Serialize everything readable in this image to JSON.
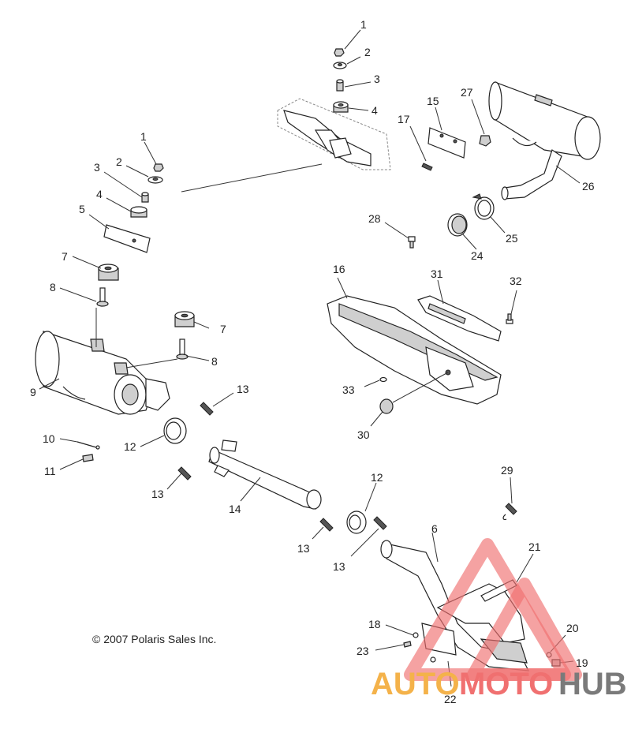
{
  "copyright": "© 2007 Polaris Sales Inc.",
  "watermark": {
    "part_a": "AUTO",
    "part_b": "MOTO",
    "part_c": "HUB"
  },
  "callouts": [
    {
      "id": "c1a",
      "text": "1"
    },
    {
      "id": "c2a",
      "text": "2"
    },
    {
      "id": "c3a",
      "text": "3"
    },
    {
      "id": "c4a",
      "text": "4"
    },
    {
      "id": "c1b",
      "text": "1"
    },
    {
      "id": "c2b",
      "text": "2"
    },
    {
      "id": "c3b",
      "text": "3"
    },
    {
      "id": "c4b",
      "text": "4"
    },
    {
      "id": "c5",
      "text": "5"
    },
    {
      "id": "c7a",
      "text": "7"
    },
    {
      "id": "c8a",
      "text": "8"
    },
    {
      "id": "c7b",
      "text": "7"
    },
    {
      "id": "c8b",
      "text": "8"
    },
    {
      "id": "c9",
      "text": "9"
    },
    {
      "id": "c10",
      "text": "10"
    },
    {
      "id": "c11",
      "text": "11"
    },
    {
      "id": "c12a",
      "text": "12"
    },
    {
      "id": "c13a",
      "text": "13"
    },
    {
      "id": "c13b",
      "text": "13"
    },
    {
      "id": "c14",
      "text": "14"
    },
    {
      "id": "c12b",
      "text": "12"
    },
    {
      "id": "c13c",
      "text": "13"
    },
    {
      "id": "c13d",
      "text": "13"
    },
    {
      "id": "c15",
      "text": "15"
    },
    {
      "id": "c17",
      "text": "17"
    },
    {
      "id": "c27",
      "text": "27"
    },
    {
      "id": "c26",
      "text": "26"
    },
    {
      "id": "c25",
      "text": "25"
    },
    {
      "id": "c24",
      "text": "24"
    },
    {
      "id": "c28",
      "text": "28"
    },
    {
      "id": "c16",
      "text": "16"
    },
    {
      "id": "c31",
      "text": "31"
    },
    {
      "id": "c32",
      "text": "32"
    },
    {
      "id": "c33",
      "text": "33"
    },
    {
      "id": "c30",
      "text": "30"
    },
    {
      "id": "c29",
      "text": "29"
    },
    {
      "id": "c6",
      "text": "6"
    },
    {
      "id": "c21",
      "text": "21"
    },
    {
      "id": "c18",
      "text": "18"
    },
    {
      "id": "c20",
      "text": "20"
    },
    {
      "id": "c23",
      "text": "23"
    },
    {
      "id": "c19",
      "text": "19"
    },
    {
      "id": "c22",
      "text": "22"
    }
  ]
}
